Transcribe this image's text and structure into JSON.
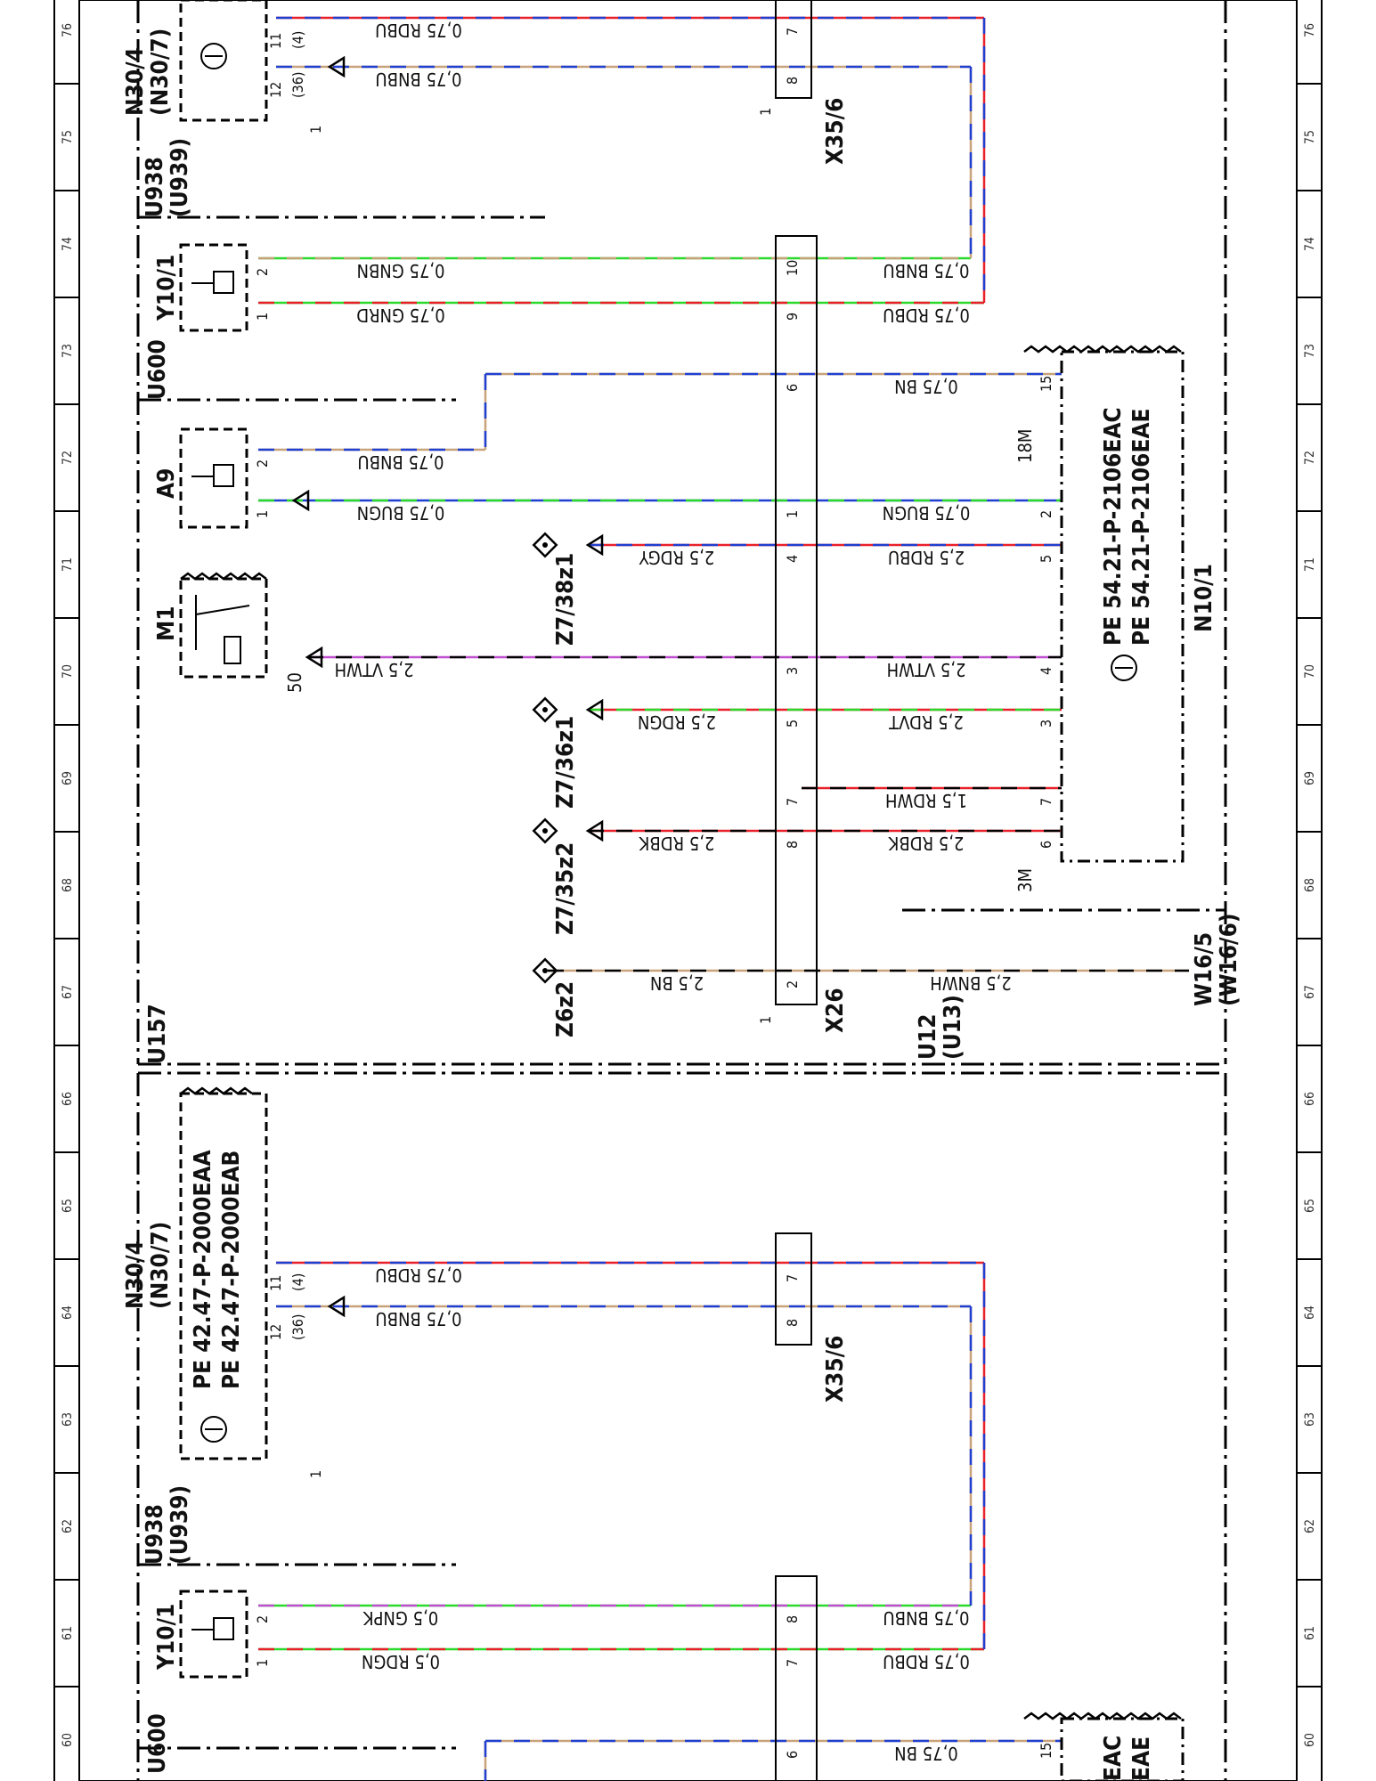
{
  "page": {
    "background": "#ffffff"
  },
  "grid_numbers": [
    "76",
    "75",
    "74",
    "73",
    "72",
    "71",
    "70",
    "69",
    "68",
    "67",
    "66",
    "65",
    "64",
    "63",
    "62",
    "61",
    "60"
  ],
  "zones": [
    {
      "id": "u157",
      "text": "U157"
    },
    {
      "id": "u600_top",
      "text": "U600"
    },
    {
      "id": "u600_bot",
      "text": "U600"
    },
    {
      "id": "u938_top",
      "text": "U938\n(U939)"
    },
    {
      "id": "u938_bot",
      "text": "U938\n(U939)"
    },
    {
      "id": "u12",
      "text": "U12\n(U13)"
    }
  ],
  "components": [
    {
      "id": "n30_4_top",
      "name": "N30/4\n(N30/7)"
    },
    {
      "id": "n30_4_bot",
      "name": "N30/4\n(N30/7)",
      "ref1": "PE 42.47-P-2000EAA",
      "ref2": "PE 42.47-P-2000EAB"
    },
    {
      "id": "y10_1_top",
      "name": "Y10/1"
    },
    {
      "id": "y10_1_bot",
      "name": "Y10/1"
    },
    {
      "id": "a9",
      "name": "A9"
    },
    {
      "id": "m1",
      "name": "M1",
      "pin": "50"
    },
    {
      "id": "n10_1",
      "name": "N10/1",
      "ref1": "PE 54.21-P-2106EAC",
      "ref2": "PE 54.21-P-2106EAE",
      "tag_a": "18M",
      "tag_b": "3M",
      "tag_c": "EAC",
      "tag_d": "EAE"
    },
    {
      "id": "w16_5",
      "name": "W16/5\n(W16/6)"
    }
  ],
  "connectors": [
    {
      "id": "x35_6_top",
      "name": "X35/6"
    },
    {
      "id": "x35_6_bot",
      "name": "X35/6"
    },
    {
      "id": "x26",
      "name": "X26"
    }
  ],
  "ground_points": [
    {
      "id": "z7_38z1",
      "name": "Z7/38z1"
    },
    {
      "id": "z7_36z1",
      "name": "Z7/36z1"
    },
    {
      "id": "z7_35z2",
      "name": "Z7/35z2"
    },
    {
      "id": "z6z2",
      "name": "Z6z2"
    }
  ],
  "wires": {
    "n30top_a": "0,75 RDBU",
    "n30top_b": "0,75 BNBU",
    "x35top_a": "0,75 BNBU",
    "x35top_b": "0,75 RDBU",
    "y10top_a": "0,75 GNBN",
    "y10top_b": "0,75 GNRD",
    "a9_a": "0,75 BNBU",
    "a9_b": "0,75 BUGN",
    "n10_bn": "0,75 BN",
    "n10_bugn": "0,75 BUGN",
    "z738": "2,5 RDGY",
    "n10_rdbu": "2,5 RDBU",
    "m1_vtwh": "2,5 VTWH",
    "n10_vtwh": "2,5 VTWH",
    "z736": "2,5 RDGN",
    "n10_rdvt": "2,5 RDVT",
    "n10_rdwh": "1,5 RDWH",
    "z735": "2,5 RDBK",
    "n10_rdbk": "2,5 RDBK",
    "z6": "2,5 BN",
    "w16_bnwh": "2,5 BNWH",
    "n30bot_a": "0,75 RDBU",
    "n30bot_b": "0,75 BNBU",
    "y10bot_a": "0,5 GNPK",
    "y10bot_b": "0,5 RDGN",
    "x35bot_a": "0,75 BNBU",
    "x35bot_b": "0,75 RDBU",
    "bot_bn": "0,75 BN"
  },
  "pins": {
    "n30top_11": "11",
    "n30top_4": "(4)",
    "n30top_12": "12",
    "n30top_36": "(36)",
    "n30top_1": "1",
    "x35top_7": "7",
    "x35top_8": "8",
    "x35top_1": "1",
    "y10top_2": "2",
    "y10top_1": "1",
    "x26_10": "10",
    "x26_9": "9",
    "x26_6": "6",
    "x26_1": "1",
    "x26_4": "4",
    "x26_3": "3",
    "x26_5": "5",
    "x26_7": "7",
    "x26_8": "8",
    "x26_2": "2",
    "x26_pin1": "1",
    "a9_2": "2",
    "a9_1": "1",
    "n10_15": "15",
    "n10_2": "2",
    "n10_5": "5",
    "n10_4": "4",
    "n10_3": "3",
    "n10_7": "7",
    "n10_6": "6",
    "n30bot_11": "11",
    "n30bot_4": "(4)",
    "n30bot_12": "12",
    "n30bot_36": "(36)",
    "n30bot_1": "1",
    "x35bot_7": "7",
    "x35bot_8": "8",
    "y10bot_2": "2",
    "y10bot_1": "1",
    "xbot_8": "8",
    "xbot_7": "7",
    "xbot_6": "6",
    "nbot_15": "15"
  },
  "colors": {
    "red": "#e8202a",
    "blue": "#1f3fd0",
    "green": "#2bd92b",
    "brown": "#c8a27a",
    "violet": "#c04fd0",
    "grey": "#9a9a9a",
    "black": "#000000"
  }
}
